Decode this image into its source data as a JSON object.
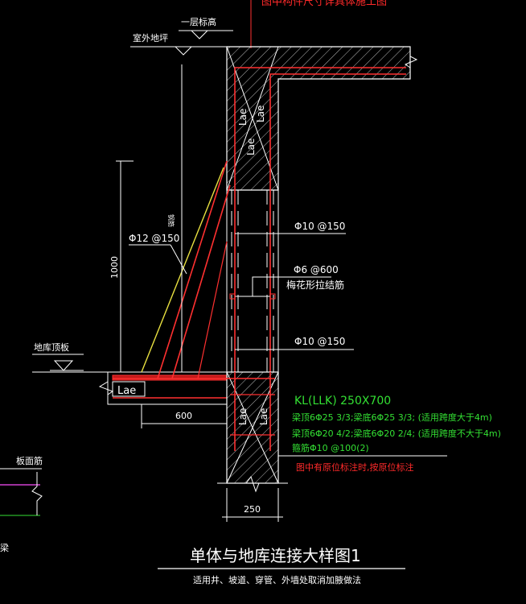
{
  "colors": {
    "background": "#000000",
    "outline": "#ffffff",
    "rebar": "#ff3030",
    "rebar_dark": "#c01818",
    "incline": "#e8e040",
    "hatch": "#b8b8b8",
    "note_green": "#33e033",
    "note_red": "#ff2a2a",
    "magenta": "#d040d0"
  },
  "labels": {
    "floor_level": "一层标高",
    "outdoor_ground": "室外地坪",
    "garage_roof": "地库顶板",
    "top_red_note": "图中构件尺寸详具体施工图",
    "lae": "Lae",
    "steel_upper": "Φ10 @150",
    "steel_lower": "Φ10 @150",
    "tie_spacing": "Φ6 @600",
    "tie_desc": "梅花形拉结筋",
    "diag_bar": "Φ12 @150",
    "dim_1000": "1000",
    "dim_600": "600",
    "dim_250": "250",
    "small_vertical": "钢筋",
    "left_board": "板面筋",
    "left_edge": "梁"
  },
  "beam_spec": {
    "title": "KL(LLK) 250X700",
    "line1": "梁顶6Φ25 3/3;梁底6Φ25 3/3; (适用跨度大于4m)",
    "line2": "梁顶6Φ20 4/2;梁底6Φ20 2/4; (适用跨度不大于4m)",
    "line3": "箍筋Φ10 @100(2)",
    "note": "图中有原位标注时,按原位标注"
  },
  "title": {
    "main": "单体与地库连接大样图1",
    "sub": "适用井、坡道、穿管、外墙处取消加腋做法"
  }
}
